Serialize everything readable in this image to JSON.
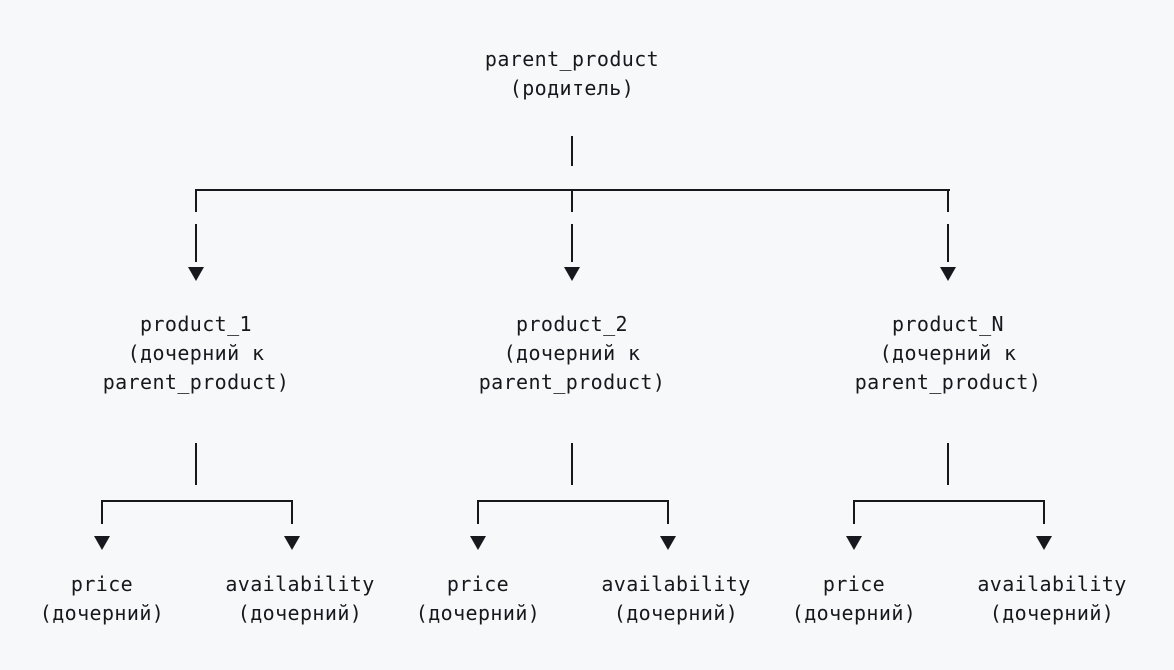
{
  "diagram": {
    "type": "tree",
    "background_color": "#f7f8fa",
    "line_color": "#16181d",
    "text_color": "#16181d",
    "root": {
      "name": "parent_product",
      "role": "(родитель)"
    },
    "products": [
      {
        "name": "product_1",
        "role_line1": "(дочерний к",
        "role_line2": "parent_product)",
        "fields": [
          {
            "name": "price",
            "role": "(дочерний)"
          },
          {
            "name": "availability",
            "role": "(дочерний)"
          }
        ]
      },
      {
        "name": "product_2",
        "role_line1": "(дочерний к",
        "role_line2": "parent_product)",
        "fields": [
          {
            "name": "price",
            "role": "(дочерний)"
          },
          {
            "name": "availability",
            "role": "(дочерний)"
          }
        ]
      },
      {
        "name": "product_N",
        "role_line1": "(дочерний к",
        "role_line2": "parent_product)",
        "fields": [
          {
            "name": "price",
            "role": "(дочерний)"
          },
          {
            "name": "availability",
            "role": "(дочерний)"
          }
        ]
      }
    ]
  }
}
